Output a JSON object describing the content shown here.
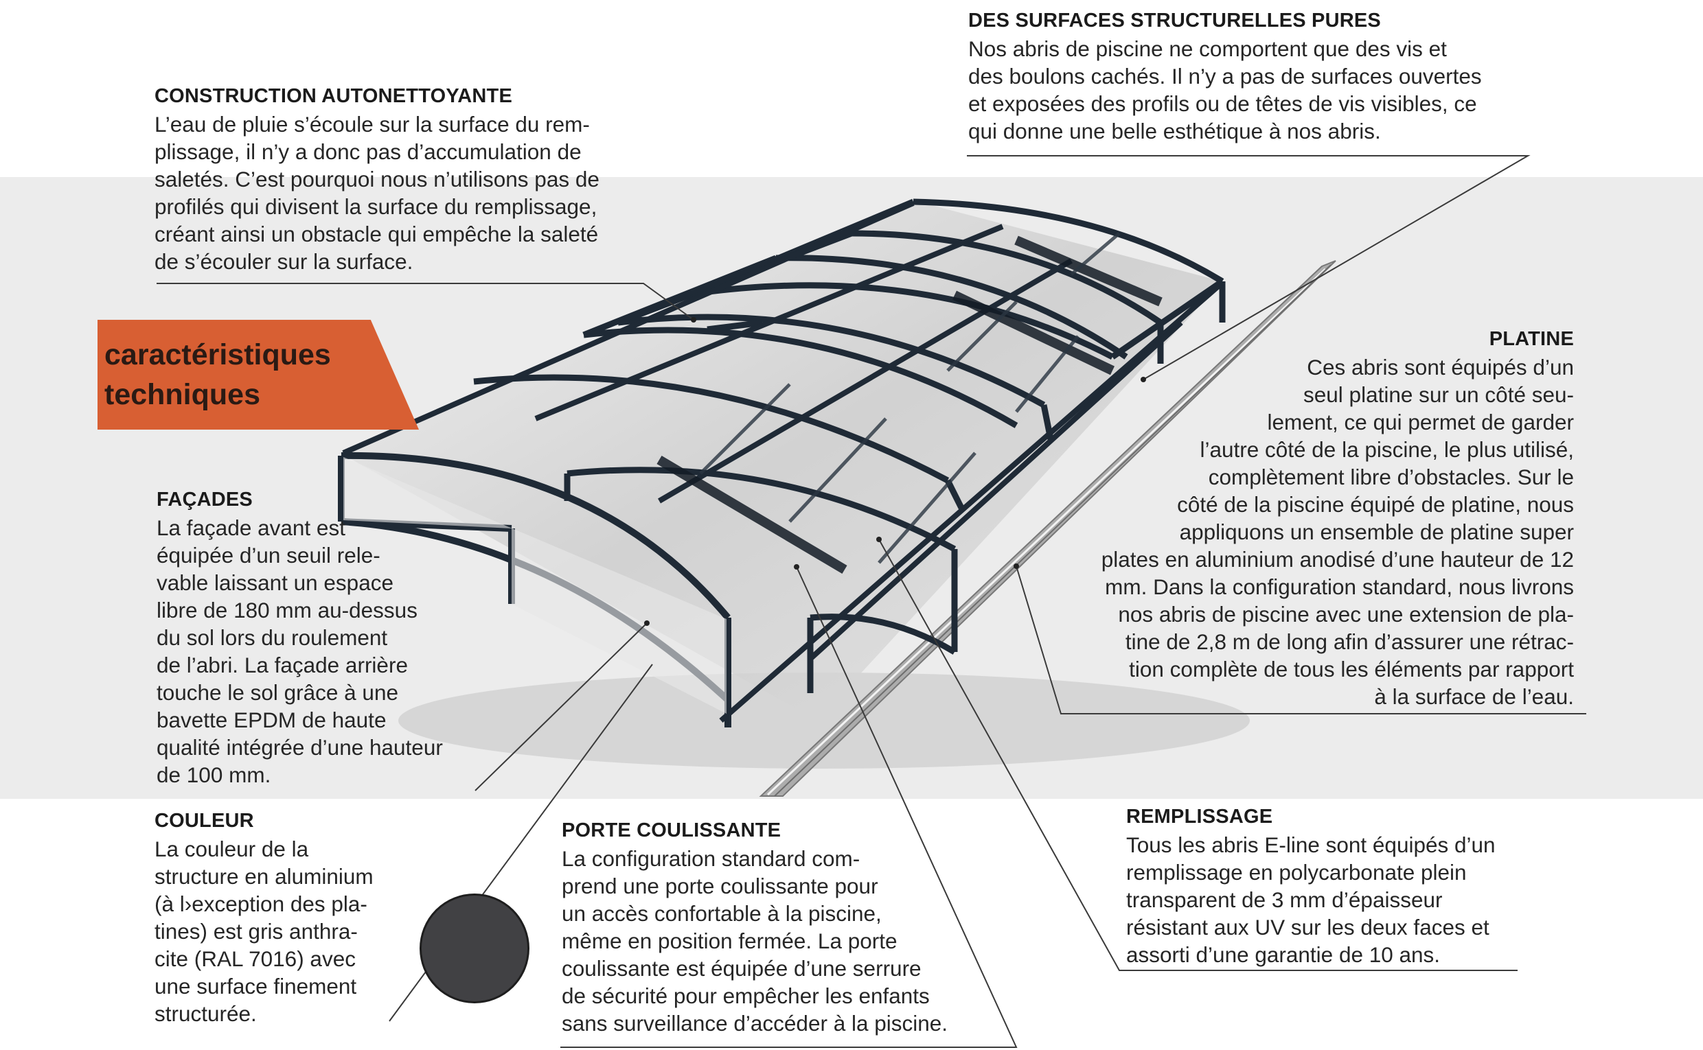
{
  "tag": {
    "line1": "caractéristiques",
    "line2": "techniques"
  },
  "blocks": {
    "construction": {
      "title": "CONSTRUCTION AUTONETTOYANTE",
      "lines": [
        "L’eau de pluie s’écoule sur la surface du rem-",
        "plissage, il n’y a donc pas d’accumulation de",
        "saletés. C’est pourquoi nous n’utilisons pas de",
        "profilés qui divisent la surface du remplissage,",
        "créant ainsi un obstacle qui empêche la saleté",
        "de s’écouler sur la surface."
      ]
    },
    "surfaces": {
      "title": "DES SURFACES STRUCTURELLES PURES",
      "lines": [
        "Nos abris de piscine ne comportent que des vis et",
        "des boulons cachés. Il n’y a pas de surfaces ouvertes",
        "et exposées des profils ou de têtes de vis visibles, ce",
        "qui donne une belle esthétique à nos abris."
      ]
    },
    "platine": {
      "title": "PLATINE",
      "lines": [
        "Ces abris sont équipés d’un",
        "seul platine sur un côté seu-",
        "lement, ce qui permet de garder",
        "l’autre côté de la piscine, le plus utilisé,",
        "complètement libre d’obstacles. Sur le",
        "côté de la piscine équipé de platine, nous",
        "appliquons un ensemble de platine super",
        "plates en aluminium anodisé d’une hauteur de 12",
        "mm. Dans la configuration standard, nous livrons",
        "nos abris de piscine avec une extension de pla-",
        "tine de 2,8 m de long afin d’assurer une rétrac-",
        "tion complète de tous les éléments par rapport",
        "à la surface de l’eau."
      ]
    },
    "facades": {
      "title": "FAÇADES",
      "lines": [
        " La façade avant est",
        " équipée d’un seuil rele-",
        "vable laissant un espace",
        "libre de 180 mm au-dessus",
        "du sol lors du roulement",
        "de l’abri. La façade arrière",
        "touche le sol grâce à une",
        "bavette EPDM de haute",
        "qualité intégrée d’une hauteur",
        "de 100 mm."
      ]
    },
    "couleur": {
      "title": "COULEUR",
      "lines": [
        "La couleur de la",
        "structure en aluminium",
        "(à l›exception des pla-",
        "tines) est gris anthra-",
        "cite (RAL 7016) avec",
        "une surface finement",
        "structurée."
      ]
    },
    "porte": {
      "title": "PORTE COULISSANTE",
      "lines": [
        "La configuration standard com-",
        "prend une porte coulissante pour",
        "un accès confortable à la piscine,",
        "même en position fermée. La porte",
        "coulissante est équipée d’une serrure",
        "de sécurité pour empêcher les enfants",
        "sans surveillance d’accéder à la piscine."
      ]
    },
    "remplissage": {
      "title": "REMPLISSAGE",
      "lines": [
        "Tous les abris E-line sont équipés d’un",
        "remplissage en polycarbonate  plein",
        "transparent de 3 mm d’épaisseur",
        "résistant aux UV sur les deux faces et",
        "assorti d’une garantie de 10 ans."
      ]
    }
  },
  "colors": {
    "accent": "#d85f33",
    "frame": "#1f2a36",
    "swatch": "#414144",
    "band": "#ececec"
  }
}
